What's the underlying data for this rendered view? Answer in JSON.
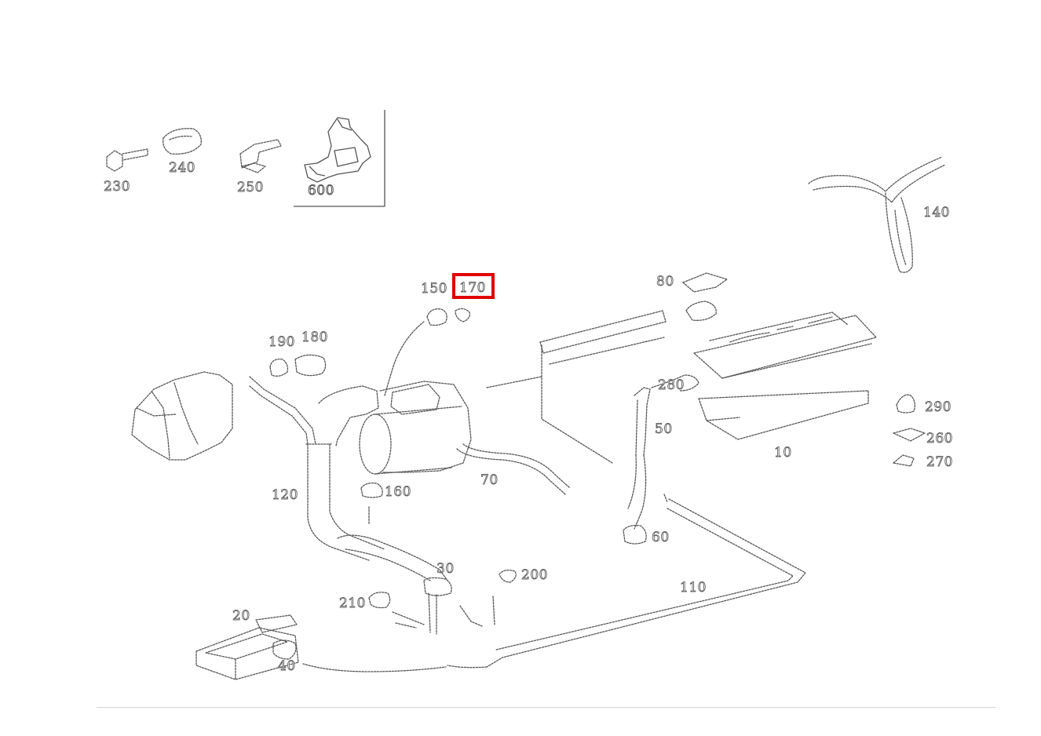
{
  "diagram": {
    "labels": {
      "p230": "230",
      "p240": "240",
      "p250": "250",
      "p600": "600",
      "p140": "140",
      "p150": "150",
      "p170": "170",
      "p80": "80",
      "p190": "190",
      "p180": "180",
      "p120": "120",
      "p160": "160",
      "p70": "70",
      "p280": "280",
      "p50": "50",
      "p290": "290",
      "p260": "260",
      "p270": "270",
      "p10": "10",
      "p60": "60",
      "p30": "30",
      "p200": "200",
      "p210": "210",
      "p110": "110",
      "p20": "20",
      "p40": "40"
    },
    "highlight_color": "#e00000"
  }
}
